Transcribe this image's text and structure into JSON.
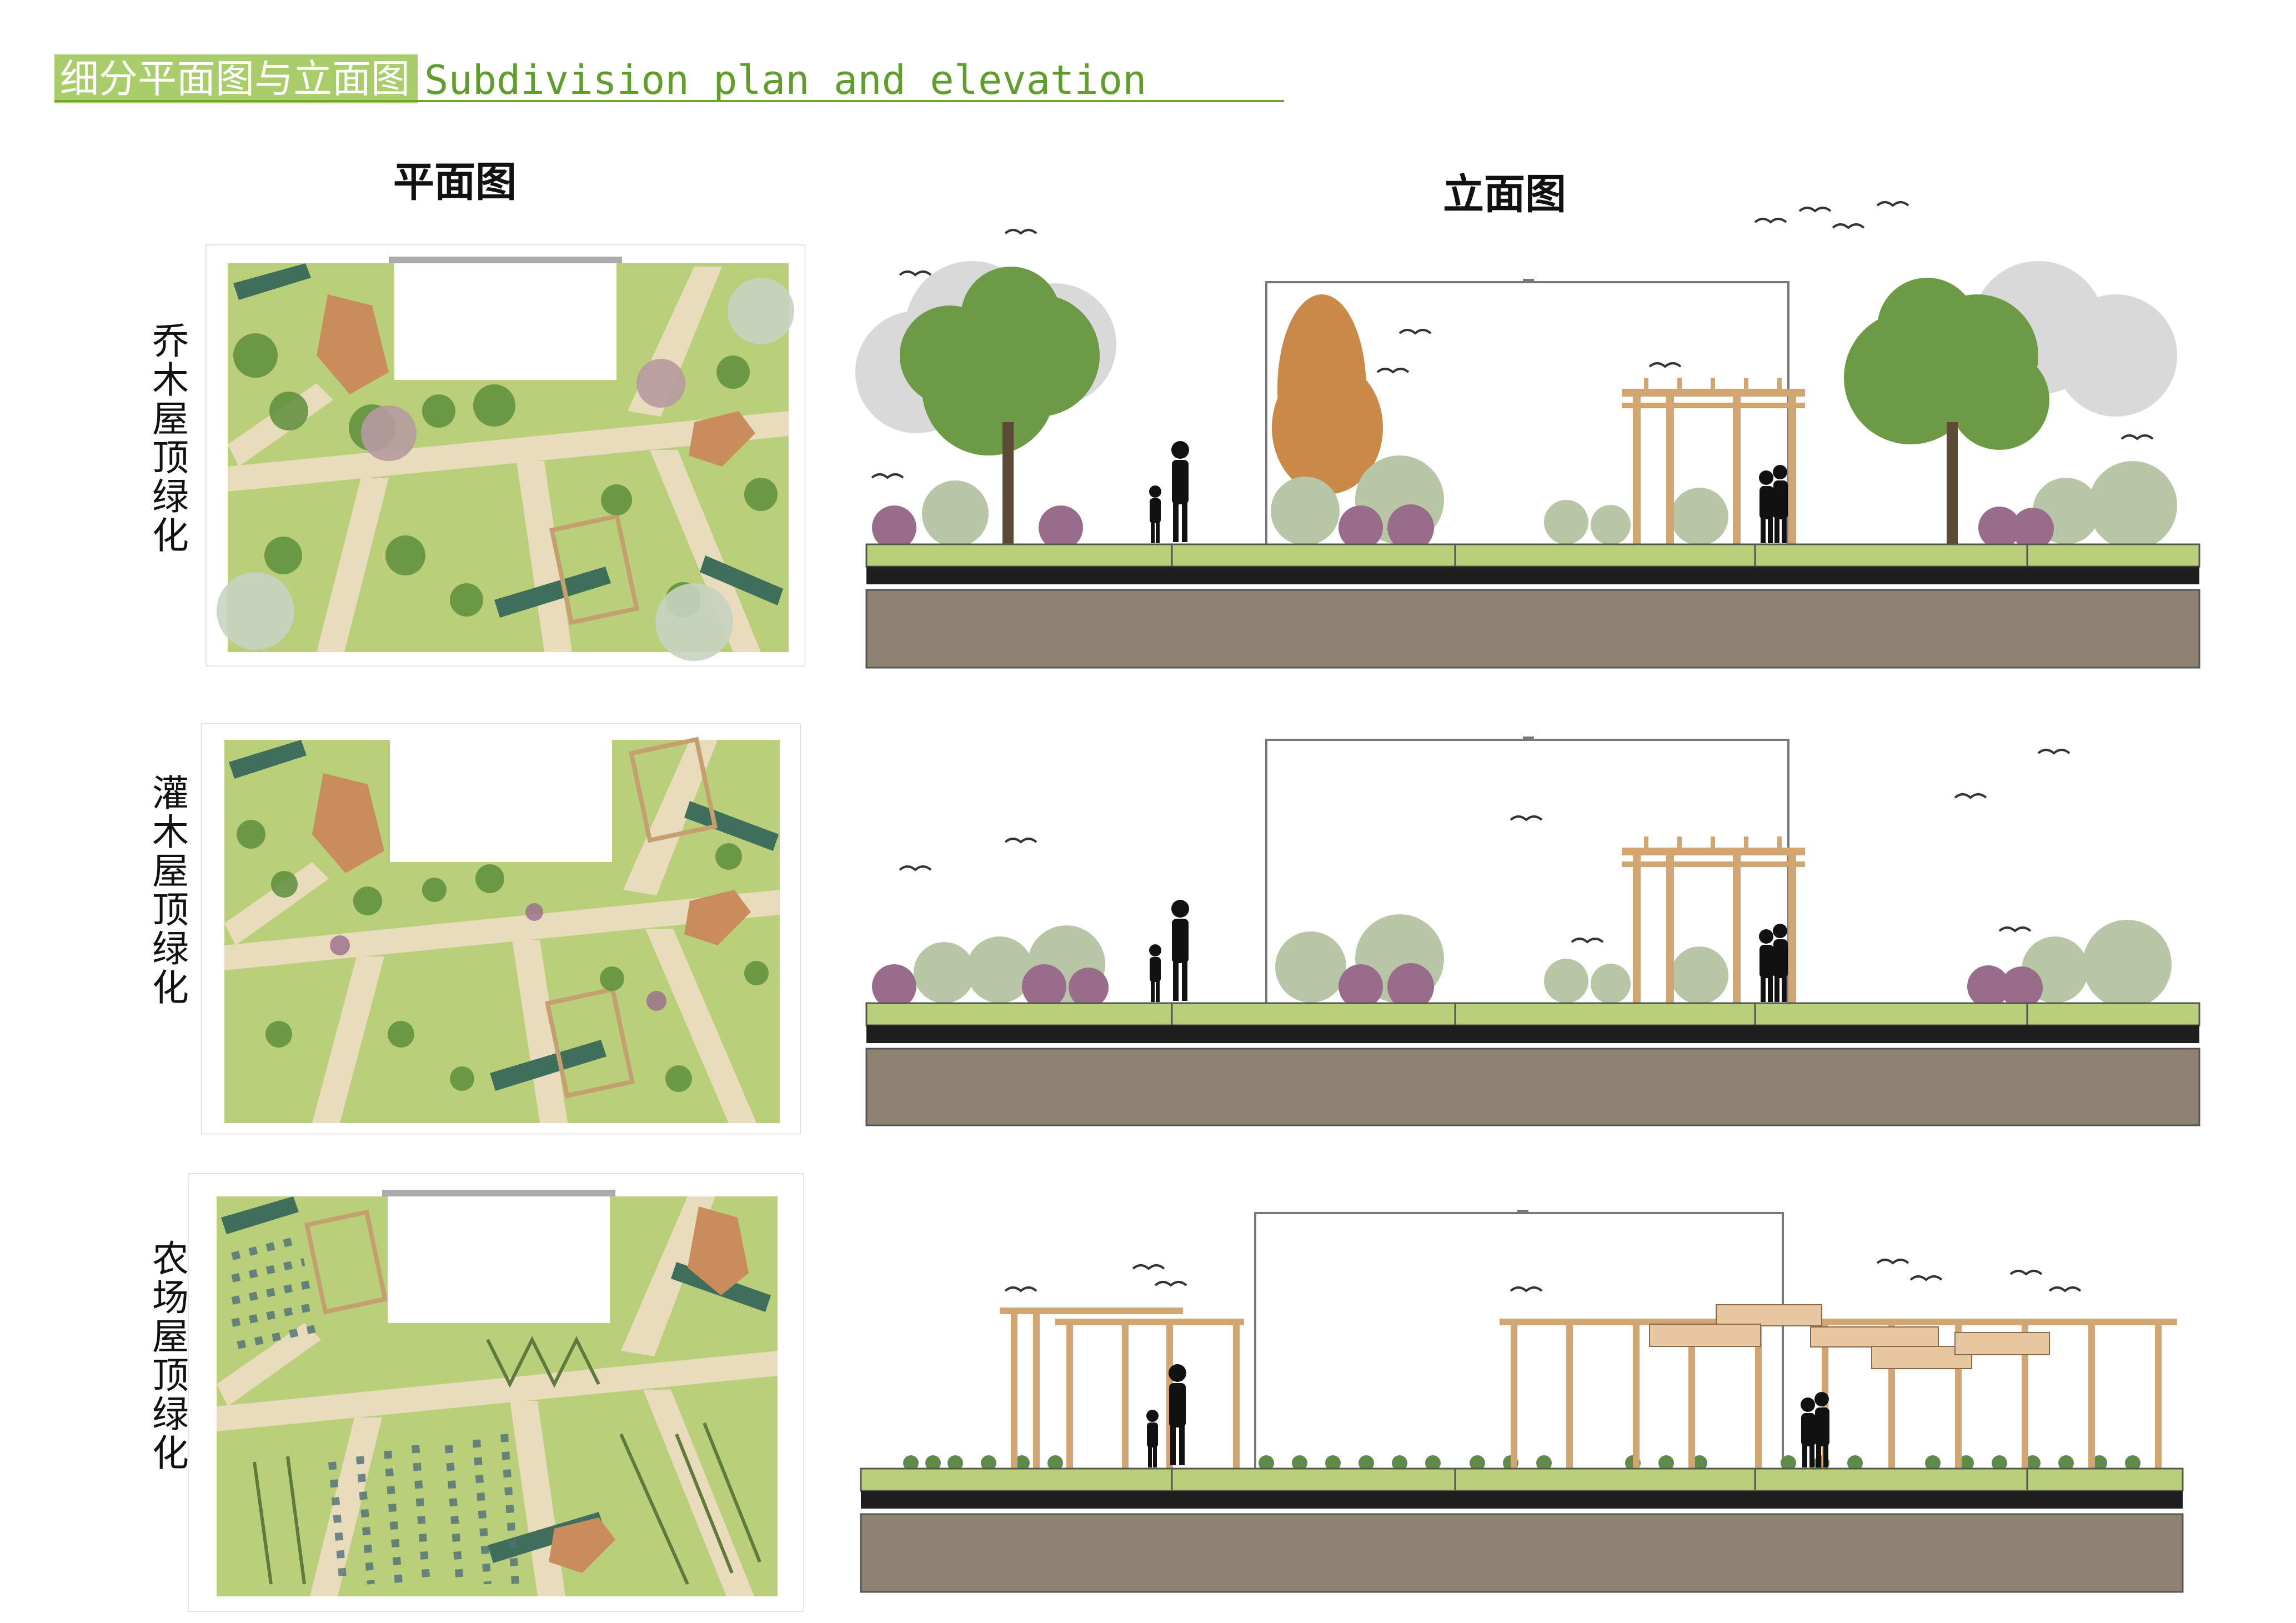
{
  "title": {
    "chinese": "细分平面图与立面图",
    "english": "Subdivision plan and elevation"
  },
  "column_headers": {
    "plan": "平面图",
    "elevation": "立面图"
  },
  "rows": [
    {
      "label": "乔木屋顶绿化"
    },
    {
      "label": "灌木屋顶绿化"
    },
    {
      "label": "农场屋顶绿化"
    }
  ],
  "colors": {
    "title_bg": "#a9cd6b",
    "title_text": "#5f9e2a",
    "lawn": "#b9cf7a",
    "path": "#e8dcbd",
    "water": "#3f6f5a",
    "deck": "#c98d5c",
    "pergola": "#d2a672",
    "soil": "#8d8370",
    "membrane": "#1e1e1e",
    "tree_green": "#6d9a45",
    "shrub_purple": "#9a6c8c"
  }
}
